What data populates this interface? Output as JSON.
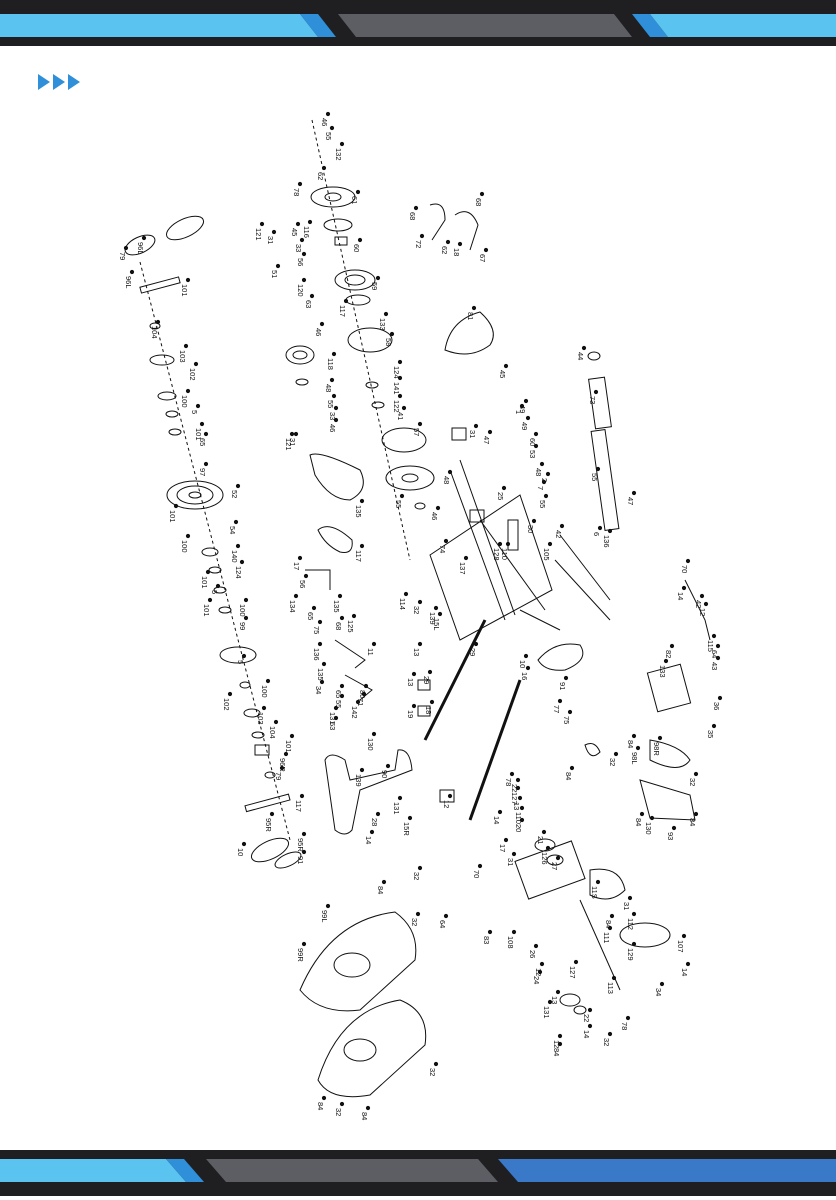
{
  "colors": {
    "band_dark": "#1f1f21",
    "accent_light": "#5bc3f0",
    "accent_mid": "#2f8fd8",
    "accent_dark": "#3a78c8",
    "tab_gray": "#5d5e63",
    "marker_blue": "#2f8fd8"
  },
  "icons": {
    "section_marker": "triple-chevron-right-icon"
  },
  "labels": [
    "46",
    "55",
    "132",
    "62",
    "78",
    "61",
    "121",
    "31",
    "45",
    "33",
    "56",
    "51",
    "116",
    "60",
    "120",
    "63",
    "117",
    "59",
    "46",
    "133",
    "58",
    "118",
    "48",
    "55",
    "33",
    "46",
    "31",
    "121",
    "124",
    "141",
    "122",
    "41",
    "57",
    "48",
    "55",
    "46",
    "74",
    "135",
    "117",
    "79",
    "96L",
    "96L",
    "101",
    "104",
    "103",
    "102",
    "100",
    "5",
    "101",
    "65",
    "97",
    "52",
    "101",
    "54",
    "100",
    "140",
    "124",
    "101",
    "5",
    "100",
    "99",
    "101",
    "5",
    "100",
    "102",
    "103",
    "104",
    "101",
    "96R",
    "79",
    "117",
    "95R",
    "95R",
    "10",
    "91",
    "81",
    "45",
    "44",
    "73",
    "55",
    "47",
    "49",
    "49",
    "60",
    "53",
    "48",
    "47",
    "2",
    "7",
    "55",
    "31",
    "1",
    "25",
    "137",
    "110",
    "105",
    "30",
    "42",
    "6",
    "136",
    "128",
    "114",
    "32",
    "139",
    "15L",
    "13",
    "29",
    "13",
    "29",
    "19",
    "18",
    "10",
    "16",
    "91",
    "77",
    "75",
    "17",
    "56",
    "134",
    "135",
    "65",
    "75",
    "68",
    "125",
    "11",
    "136",
    "135",
    "34",
    "65",
    "55",
    "131",
    "63",
    "80",
    "71",
    "142",
    "68",
    "72",
    "62",
    "68",
    "18",
    "67",
    "70",
    "12",
    "14",
    "115",
    "64",
    "43",
    "42",
    "82",
    "133",
    "36",
    "35",
    "84",
    "32",
    "84",
    "98L",
    "98R",
    "32",
    "84",
    "84",
    "130",
    "93",
    "130",
    "139",
    "90",
    "131",
    "14",
    "28",
    "15R",
    "12",
    "14",
    "78",
    "22",
    "127",
    "13",
    "110",
    "20",
    "17",
    "31",
    "70",
    "21",
    "126",
    "27",
    "83",
    "108",
    "26",
    "11S",
    "31",
    "112",
    "84",
    "111",
    "107",
    "14",
    "12",
    "24",
    "127",
    "13",
    "131",
    "129",
    "34",
    "113",
    "78",
    "22",
    "14",
    "12",
    "84",
    "32",
    "32",
    "84",
    "99L",
    "99R",
    "32",
    "64",
    "32",
    "84",
    "32",
    "84"
  ]
}
